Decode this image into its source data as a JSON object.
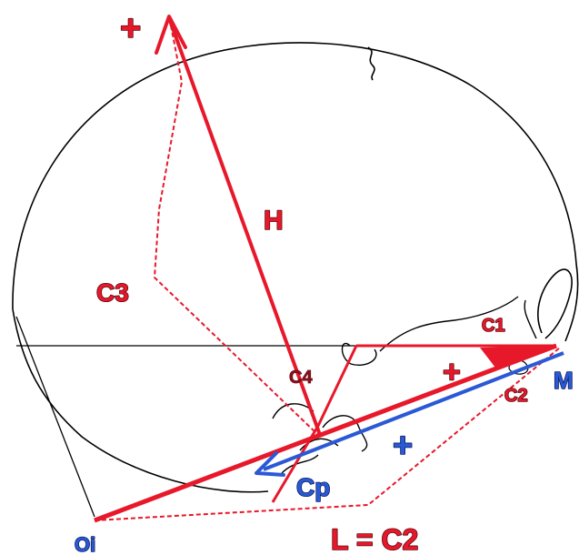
{
  "colors": {
    "red": "#e8182b",
    "blue": "#2b59d6",
    "outline": "#000000"
  },
  "labels": {
    "plus_top": "+",
    "h": "H",
    "c3": "C3",
    "c4": "C4",
    "c1": "C1",
    "plus_mid": "+",
    "c2_small": "C2",
    "m": "M",
    "plus_blue": "+",
    "cp": "Cp",
    "oi": "Oi",
    "l_eq_c2": "L = C2"
  }
}
